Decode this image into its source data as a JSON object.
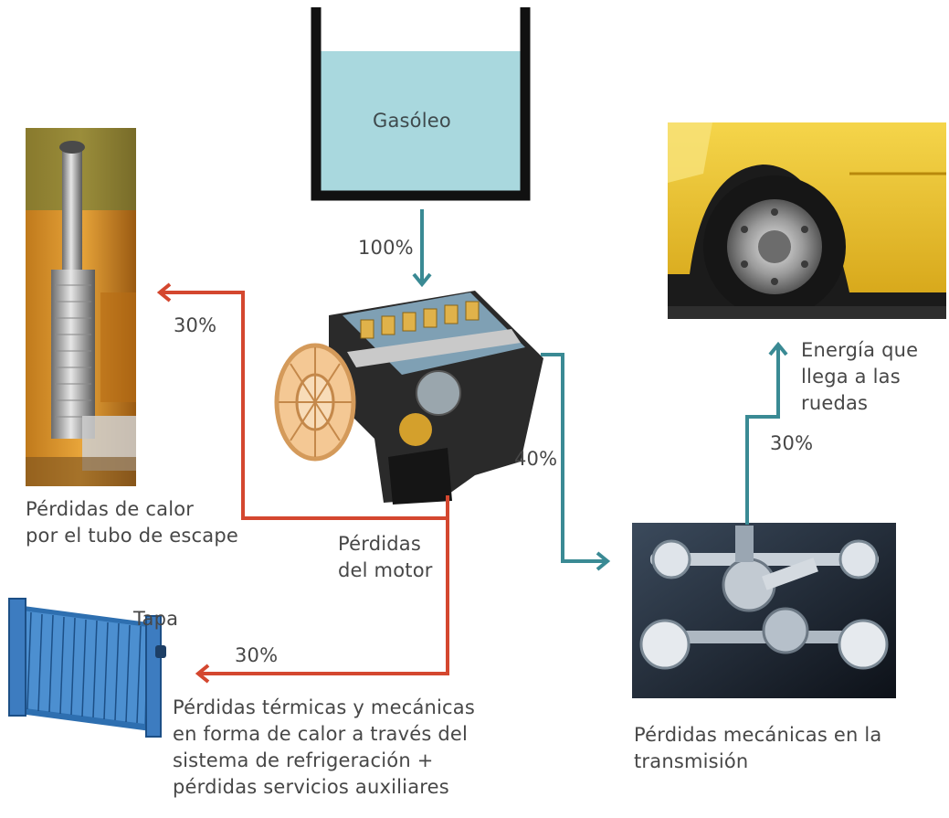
{
  "tank": {
    "label": "Gasóleo"
  },
  "flows": {
    "fuel_in": "100%",
    "exhaust": "30%",
    "cooling": "30%",
    "transmission": "40%",
    "wheels": "30%"
  },
  "labels": {
    "exhaust_loss": [
      "Pérdidas de calor",
      "por el tubo de escape"
    ],
    "engine_loss": [
      "Pérdidas",
      "del motor"
    ],
    "cap": "Tapa",
    "cooling_loss": [
      "Pérdidas térmicas y mecánicas",
      "en forma de calor a través del",
      "sistema de refrigeración +",
      "pérdidas servicios auxiliares"
    ],
    "wheels_energy": [
      "Energía que",
      "llega a las",
      "ruedas"
    ],
    "transmission_loss": [
      "Pérdidas mecánicas en la",
      "transmisión"
    ]
  },
  "colors": {
    "teal": "#3a8a94",
    "red": "#d4472f",
    "fuel": "#a9d8de",
    "tank_wall": "#111111"
  },
  "images": [
    "exhaust-stack-photo",
    "truck-wheel-photo",
    "engine-photo",
    "radiator-photo",
    "transmission-photo"
  ]
}
